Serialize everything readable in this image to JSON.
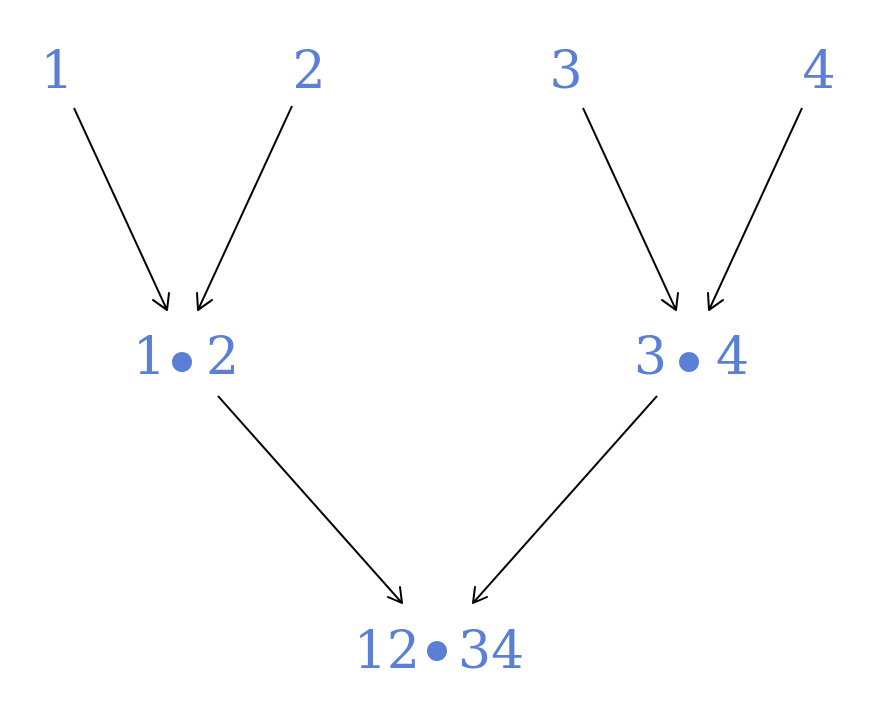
{
  "colors": {
    "node_text": "#5a7fd6",
    "edge": "#000000",
    "background": "#ffffff"
  },
  "nodes": {
    "leaf_1": "1",
    "leaf_2": "2",
    "leaf_3": "3",
    "leaf_4": "4",
    "merge_12": {
      "left": "1",
      "right": "2"
    },
    "merge_34": {
      "left": "3",
      "right": "4"
    },
    "root": {
      "left": "12",
      "right": "34"
    }
  },
  "edges": [
    {
      "from": "leaf_1",
      "to": "merge_12"
    },
    {
      "from": "leaf_2",
      "to": "merge_12"
    },
    {
      "from": "leaf_3",
      "to": "merge_34"
    },
    {
      "from": "leaf_4",
      "to": "merge_34"
    },
    {
      "from": "merge_12",
      "to": "root"
    },
    {
      "from": "merge_34",
      "to": "root"
    }
  ]
}
